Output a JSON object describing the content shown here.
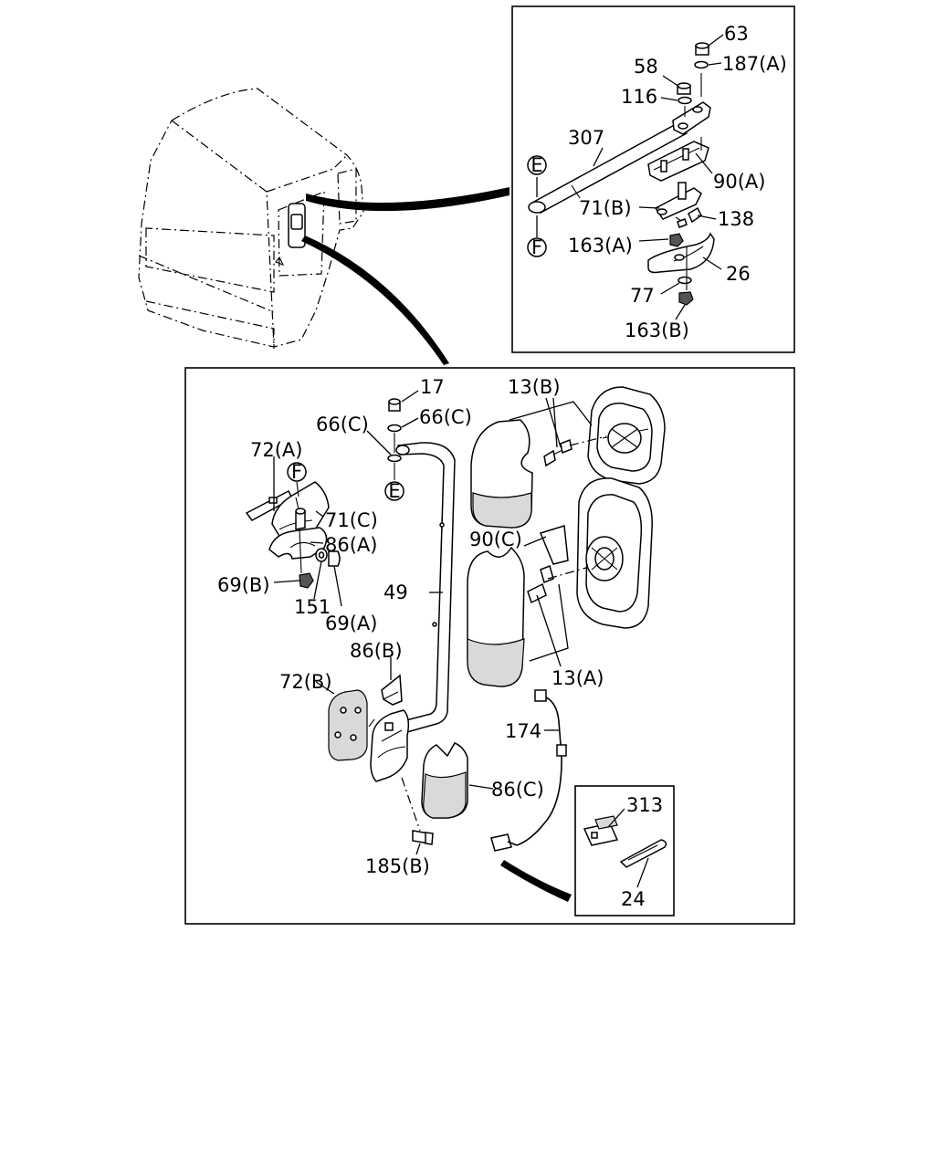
{
  "figure": {
    "callouts": [
      {
        "id": "c63",
        "label": "63"
      },
      {
        "id": "c187a",
        "label": "187(A)"
      },
      {
        "id": "c58",
        "label": "58"
      },
      {
        "id": "c116",
        "label": "116"
      },
      {
        "id": "c307",
        "label": "307"
      },
      {
        "id": "c90a",
        "label": "90(A)"
      },
      {
        "id": "c71b",
        "label": "71(B)"
      },
      {
        "id": "c138",
        "label": "138"
      },
      {
        "id": "c163a",
        "label": "163(A)"
      },
      {
        "id": "c26",
        "label": "26"
      },
      {
        "id": "c77",
        "label": "77"
      },
      {
        "id": "c163b",
        "label": "163(B)"
      },
      {
        "id": "c17",
        "label": "17"
      },
      {
        "id": "c66c1",
        "label": "66(C)"
      },
      {
        "id": "c66c2",
        "label": "66(C)"
      },
      {
        "id": "c13b",
        "label": "13(B)"
      },
      {
        "id": "c72a",
        "label": "72(A)"
      },
      {
        "id": "c71c",
        "label": "71(C)"
      },
      {
        "id": "c86a",
        "label": "86(A)"
      },
      {
        "id": "c69b",
        "label": "69(B)"
      },
      {
        "id": "c151",
        "label": "151"
      },
      {
        "id": "c69a",
        "label": "69(A)"
      },
      {
        "id": "c90c",
        "label": "90(C)"
      },
      {
        "id": "c49",
        "label": "49"
      },
      {
        "id": "c86b",
        "label": "86(B)"
      },
      {
        "id": "c72b",
        "label": "72(B)"
      },
      {
        "id": "c13a",
        "label": "13(A)"
      },
      {
        "id": "c174",
        "label": "174"
      },
      {
        "id": "c86c",
        "label": "86(C)"
      },
      {
        "id": "c313",
        "label": "313"
      },
      {
        "id": "c24",
        "label": "24"
      },
      {
        "id": "c185b",
        "label": "185(B)"
      }
    ],
    "reference_markers": [
      {
        "id": "mE1",
        "label": "E"
      },
      {
        "id": "mF1",
        "label": "F"
      },
      {
        "id": "mE2",
        "label": "E"
      },
      {
        "id": "mF2",
        "label": "F"
      }
    ]
  }
}
